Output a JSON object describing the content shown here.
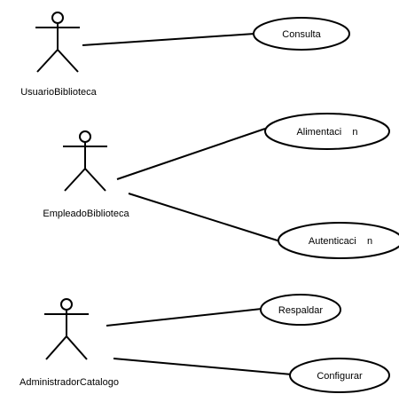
{
  "diagram": {
    "actors": [
      {
        "id": "usuario",
        "name": "UsuarioBiblioteca"
      },
      {
        "id": "empleado",
        "name": "EmpleadoBiblioteca"
      },
      {
        "id": "administrador",
        "name": "AdministradorCatalogo"
      }
    ],
    "use_cases": [
      {
        "id": "consulta",
        "name": "Consulta"
      },
      {
        "id": "alimentacion",
        "name": "Alimentaci    n"
      },
      {
        "id": "autenticacion",
        "name": "Autenticaci    n"
      },
      {
        "id": "respaldar",
        "name": "Respaldar"
      },
      {
        "id": "configurar",
        "name": "Configurar"
      }
    ],
    "associations": [
      {
        "actor": "usuario",
        "use_case": "consulta"
      },
      {
        "actor": "empleado",
        "use_case": "alimentacion"
      },
      {
        "actor": "empleado",
        "use_case": "autenticacion"
      },
      {
        "actor": "administrador",
        "use_case": "respaldar"
      },
      {
        "actor": "administrador",
        "use_case": "configurar"
      }
    ]
  }
}
